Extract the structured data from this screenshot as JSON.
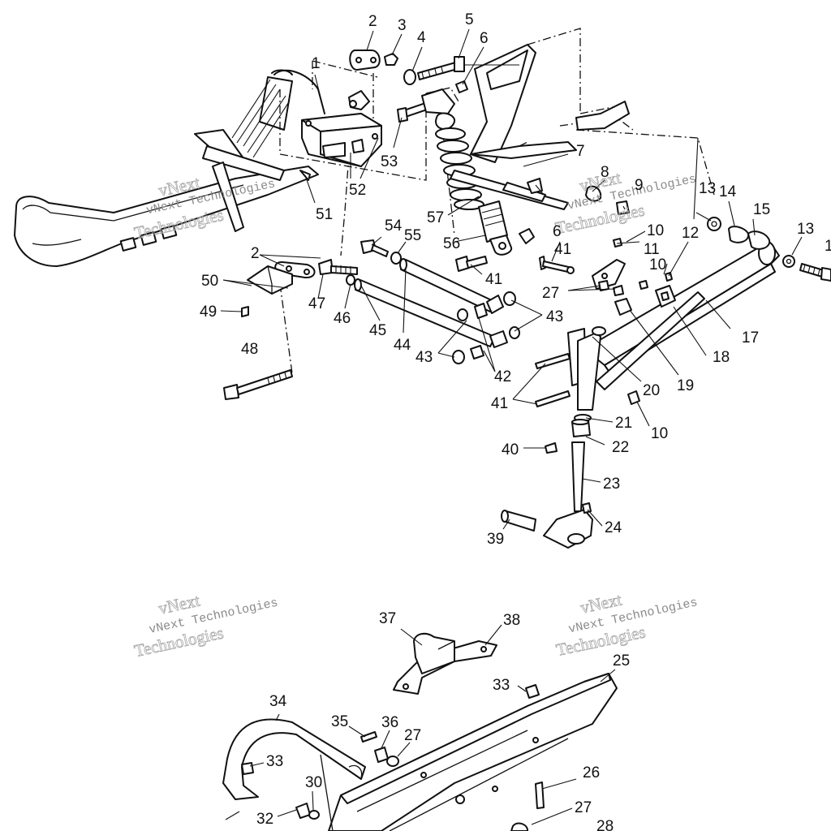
{
  "colors": {
    "line": "#111111",
    "background": "#ffffff",
    "watermark": "#9a9a9a"
  },
  "watermarks": [
    {
      "line1": "vNext",
      "line2": "vNext Technologies",
      "line3": "Technologies"
    },
    {
      "line1": "vNext",
      "line2": "vNext Technologies",
      "line3": "Technologies"
    },
    {
      "line1": "vNext",
      "line2": "vNext Technologies",
      "line3": "Technologies"
    },
    {
      "line1": "vNext",
      "line2": "vNext Technologies",
      "line3": "Technologies"
    }
  ],
  "callouts": {
    "c1": "1",
    "c2a": "2",
    "c2b": "2",
    "c3": "3",
    "c4": "4",
    "c5": "5",
    "c6a": "6",
    "c6b": "6",
    "c7": "7",
    "c8": "8",
    "c9": "9",
    "c10a": "10",
    "c10b": "10",
    "c10c": "10",
    "c11": "11",
    "c12": "12",
    "c13a": "13",
    "c13b": "13",
    "c14": "14",
    "c15": "15",
    "c16": "1",
    "c17": "17",
    "c18": "18",
    "c19": "19",
    "c20": "20",
    "c21": "21",
    "c22": "22",
    "c23": "23",
    "c24": "24",
    "c25": "25",
    "c26": "26",
    "c27a": "27",
    "c27b": "27",
    "c27c": "27",
    "c28": "28",
    "c30": "30",
    "c32": "32",
    "c33a": "33",
    "c33b": "33",
    "c34": "34",
    "c35": "35",
    "c36": "36",
    "c37": "37",
    "c38": "38",
    "c39": "39",
    "c40": "40",
    "c41a": "41",
    "c41b": "41",
    "c41c": "41",
    "c42": "42",
    "c43a": "43",
    "c43b": "43",
    "c44": "44",
    "c45": "45",
    "c46": "46",
    "c47": "47",
    "c48": "48",
    "c49": "49",
    "c50": "50",
    "c51": "51",
    "c52": "52",
    "c53": "53",
    "c54": "54",
    "c55": "55",
    "c56": "56",
    "c57": "57"
  }
}
